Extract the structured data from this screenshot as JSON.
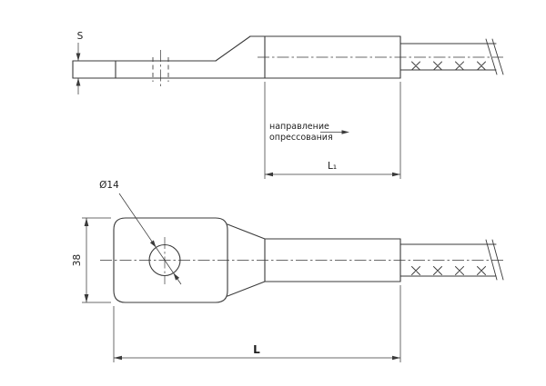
{
  "drawing": {
    "background": "#ffffff",
    "line_color": "#3a3a3a",
    "side_view": {
      "thickness_label": "S",
      "crimp_note_line1": "направление",
      "crimp_note_line2": "опрессования",
      "crimp_length_label": "L₁"
    },
    "plan_view": {
      "hole_diameter_label": "Ø14",
      "width_label": "38",
      "overall_length_label": "L"
    }
  }
}
